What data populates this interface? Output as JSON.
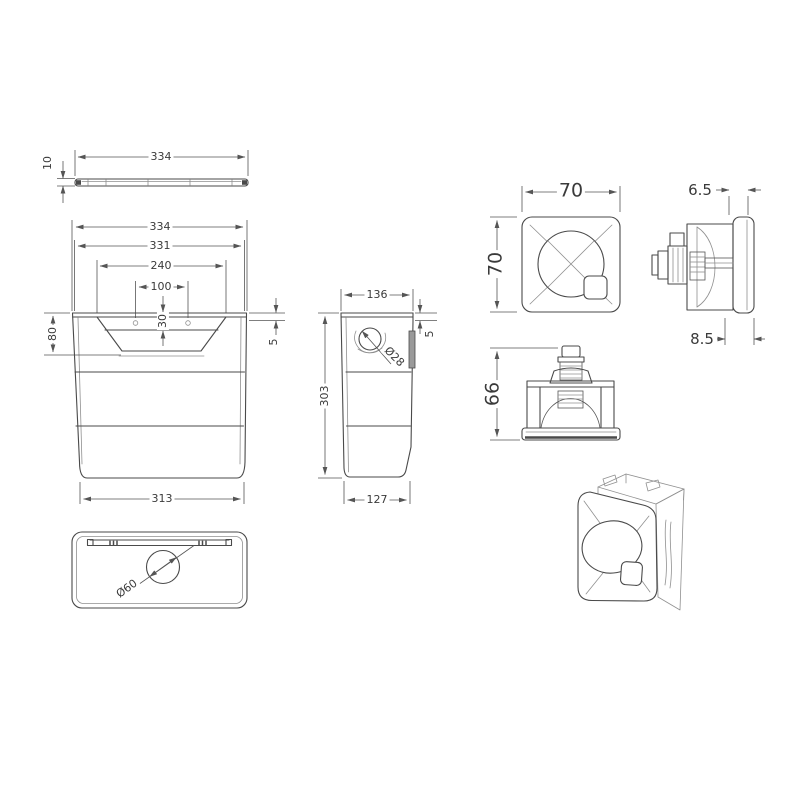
{
  "drawing": {
    "line_color": "#4a4a4a",
    "accent_gray": "#9a9a9a",
    "dims": {
      "lid_width": "334",
      "lid_thickness": "10",
      "cistern_overall_width": "334",
      "cistern_inner_width": "331",
      "recess_width": "240",
      "hole_spacing": "100",
      "recess_drop": "30",
      "recess_depth": "80",
      "rim_thickness": "5",
      "cistern_base_width": "313",
      "side_depth_top": "136",
      "side_height": "303",
      "side_depth_bottom": "127",
      "inlet_diameter": "Ø28",
      "side_rim_thickness": "5",
      "outlet_diameter": "Ø60",
      "plate_width": "70",
      "plate_height": "70",
      "button_protrusion": "6.5",
      "button_recess": "8.5",
      "valve_height": "66"
    }
  }
}
